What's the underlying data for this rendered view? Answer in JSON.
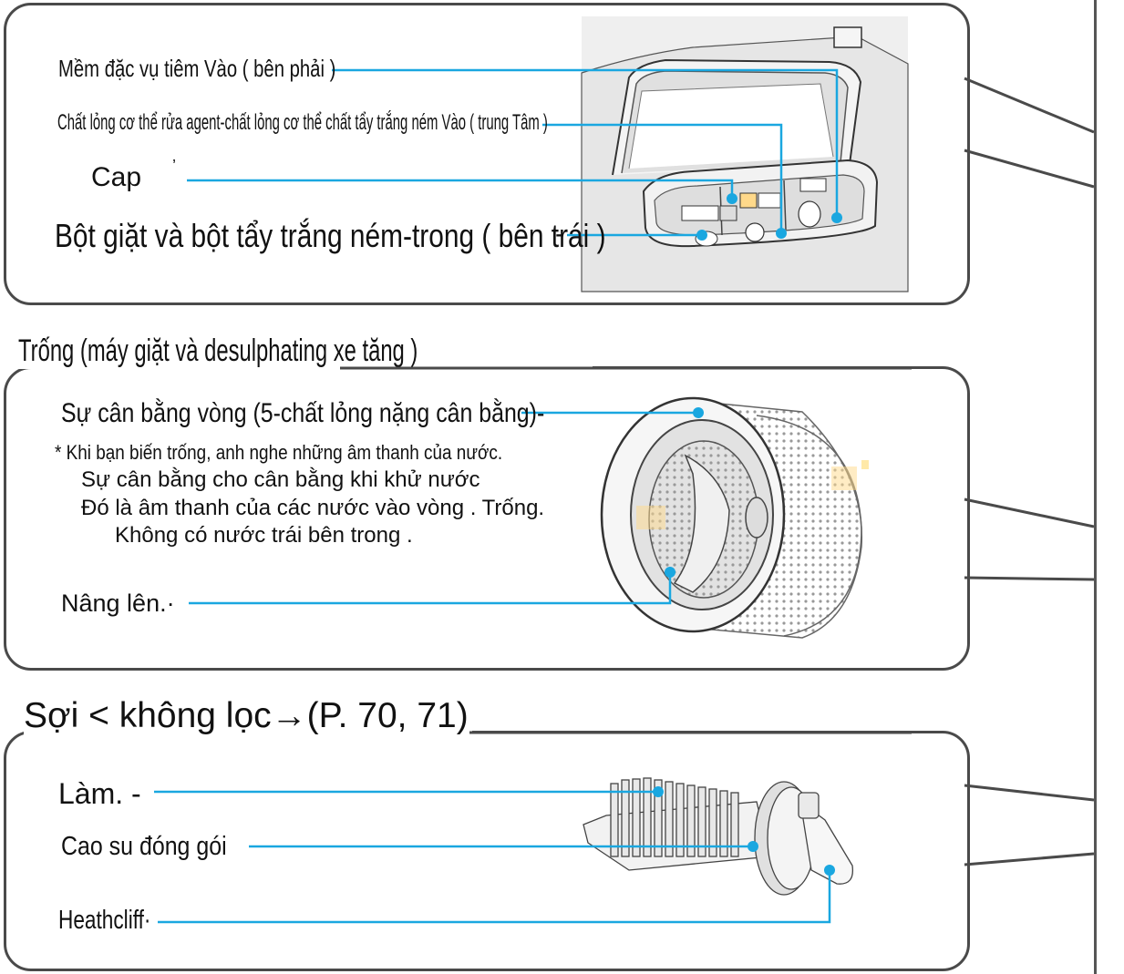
{
  "accent_color": "#1aa7e0",
  "detergent_panel": {
    "labels": {
      "softener": "Mềm đặc vụ tiêm Vào ( bên phải )",
      "liquid_detergent": "Chất lỏng cơ thể rửa agent-chất lỏng cơ thể chất tẩy trắng ném Vào ( trung Tâm )",
      "cap": "Cap",
      "cap_mark": "’",
      "powder": "Bột giặt và bột tẩy trắng ném-trong ( bên trái )",
      "powder_dash": "-"
    }
  },
  "drum_section": {
    "heading": "Trống (máy giặt và desulphating xe tăng )",
    "balance_ring_label": "Sự cân bằng vòng (5-chất lỏng nặng cân bằng)-",
    "note_lines": [
      "* Khi bạn biến trống, anh nghe những âm thanh của nước.",
      "Sự cân bằng cho cân bằng khi khử nước",
      "Đó là âm thanh của các nước vào vòng . Trống.",
      "Không có nước trái bên trong ."
    ],
    "lifter_label": "Nâng lên.·"
  },
  "filter_section": {
    "heading": "Sợi < không lọc→(P. 70, 71)",
    "labels": {
      "mesh": "Làm. -",
      "rubber_seal": "Cao su đóng gói",
      "handle": "Heathcliff·"
    }
  },
  "icons": [
    "detergent-drawer-illustration",
    "drum-illustration",
    "lint-filter-illustration"
  ]
}
